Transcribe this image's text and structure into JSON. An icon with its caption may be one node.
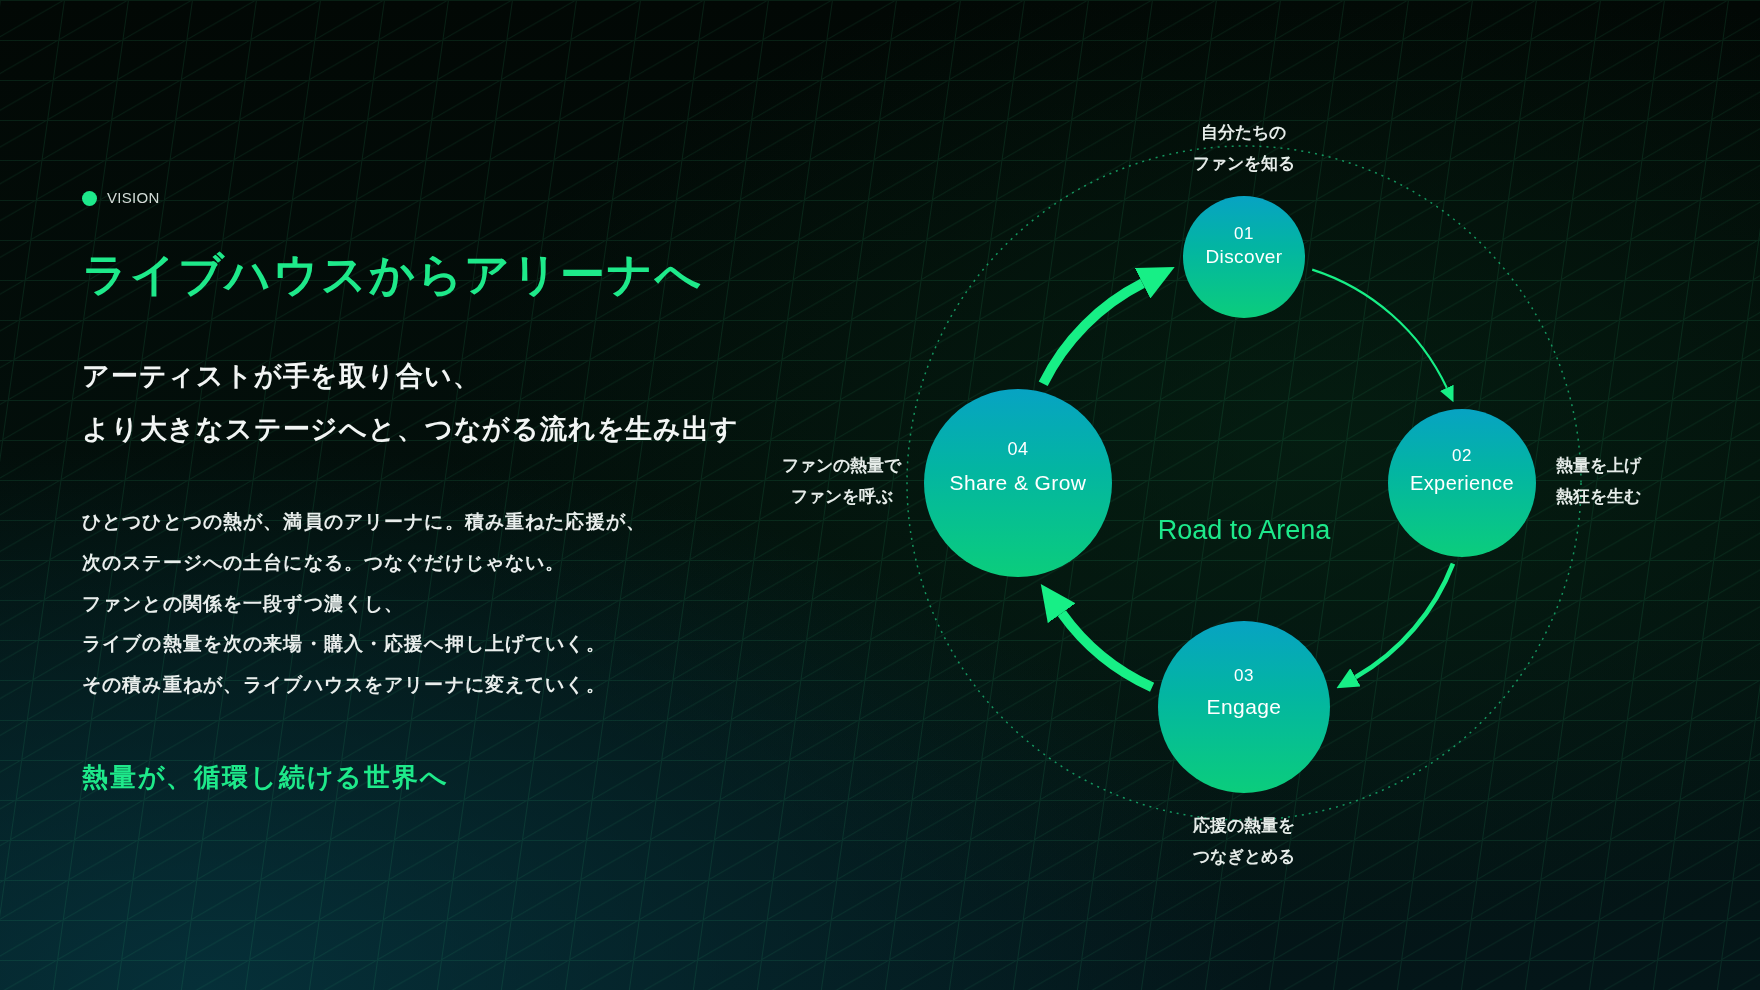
{
  "diagram": {
    "title": "ライブハウスからアリーナへ",
    "nodes": [
      {
        "text": [
          "01",
          "Discover"
        ],
        "beside": [
          "自分たちのファンを知る"
        ]
      },
      {
        "text": [
          "02",
          "Experience"
        ],
        "beside": [
          "熱量を上げ熱狂を生む"
        ]
      },
      {
        "text": [
          "03",
          "Engage"
        ],
        "beside": [
          "応援の熱量をつなぎとめる"
        ]
      },
      {
        "text": [
          "04",
          "Share & Grow"
        ],
        "beside": [
          "ファンの熱量でファンを呼ぶ"
        ]
      }
    ],
    "edges": [
      {
        "from": 0,
        "to": 1,
        "arrow": "to"
      },
      {
        "from": 1,
        "to": 2,
        "arrow": "to"
      },
      {
        "from": 2,
        "to": 3,
        "arrow": "to",
        "style": "thick"
      },
      {
        "from": 3,
        "to": 0,
        "arrow": "to",
        "style": "thick"
      }
    ],
    "labels": [
      "VISION",
      "アーティストが手を取り合い、",
      "より大きなステージへと、つながる流れを生み出す",
      "ひとつひとつの熱が、満員のアリーナに。積み重ねた応援が、",
      "次のステージへの土台になる。つなぐだけじゃない。",
      "ファンとの関係を一段ずつ濃くし、",
      "ライブの熱量を次の来場・購入・応援へ押し上げていく。",
      "その積み重ねが、ライブハウスをアリーナに変えていく。",
      "熱量が、循環し続ける世界へ",
      "Road to Arena"
    ]
  }
}
